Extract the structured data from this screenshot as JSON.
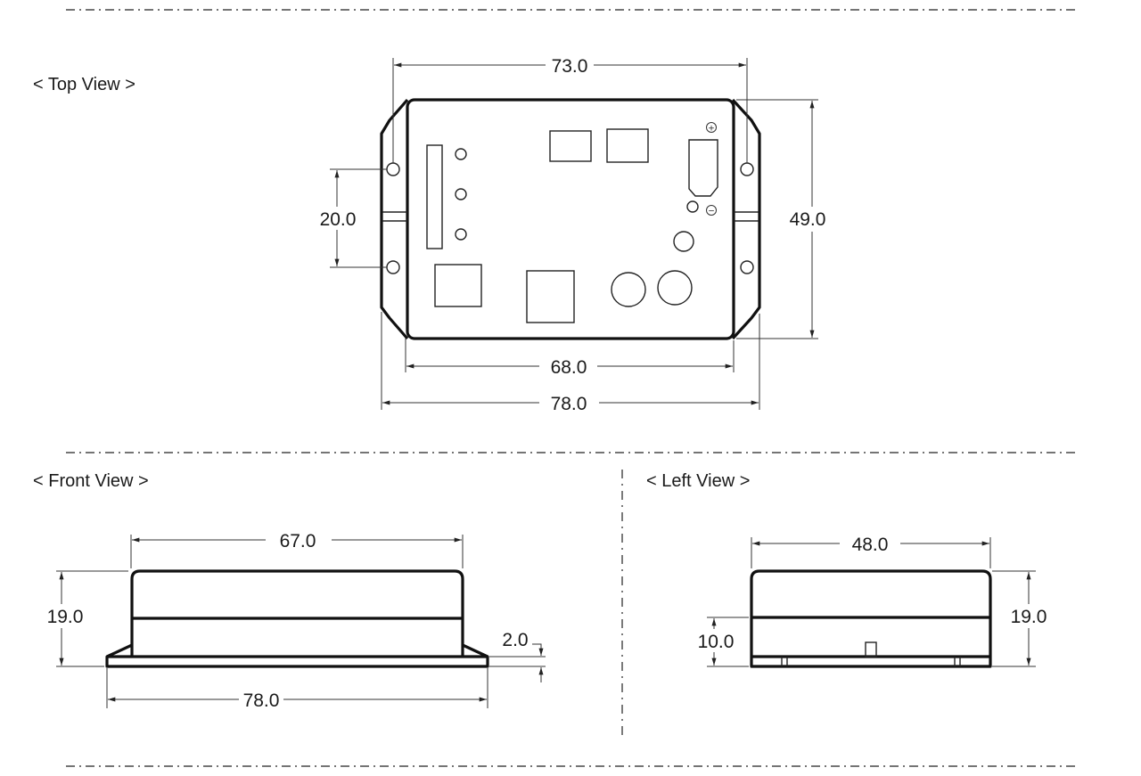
{
  "drawing": {
    "units": "mm",
    "colors": {
      "line": "#111111",
      "background": "#ffffff"
    },
    "views": {
      "top": {
        "label": "< Top View >",
        "dimensions": {
          "overall_hole_span": "73.0",
          "hole_pitch": "20.0",
          "body_height": "49.0",
          "body_width": "68.0",
          "overall_width": "78.0"
        },
        "symbols": {
          "plus": "+",
          "minus": "−"
        }
      },
      "front": {
        "label": "< Front View >",
        "dimensions": {
          "top_width": "67.0",
          "height": "19.0",
          "flange_thickness": "2.0",
          "overall_width": "78.0"
        }
      },
      "left": {
        "label": "< Left View >",
        "dimensions": {
          "width": "48.0",
          "height": "19.0",
          "lower_height": "10.0"
        }
      }
    }
  }
}
